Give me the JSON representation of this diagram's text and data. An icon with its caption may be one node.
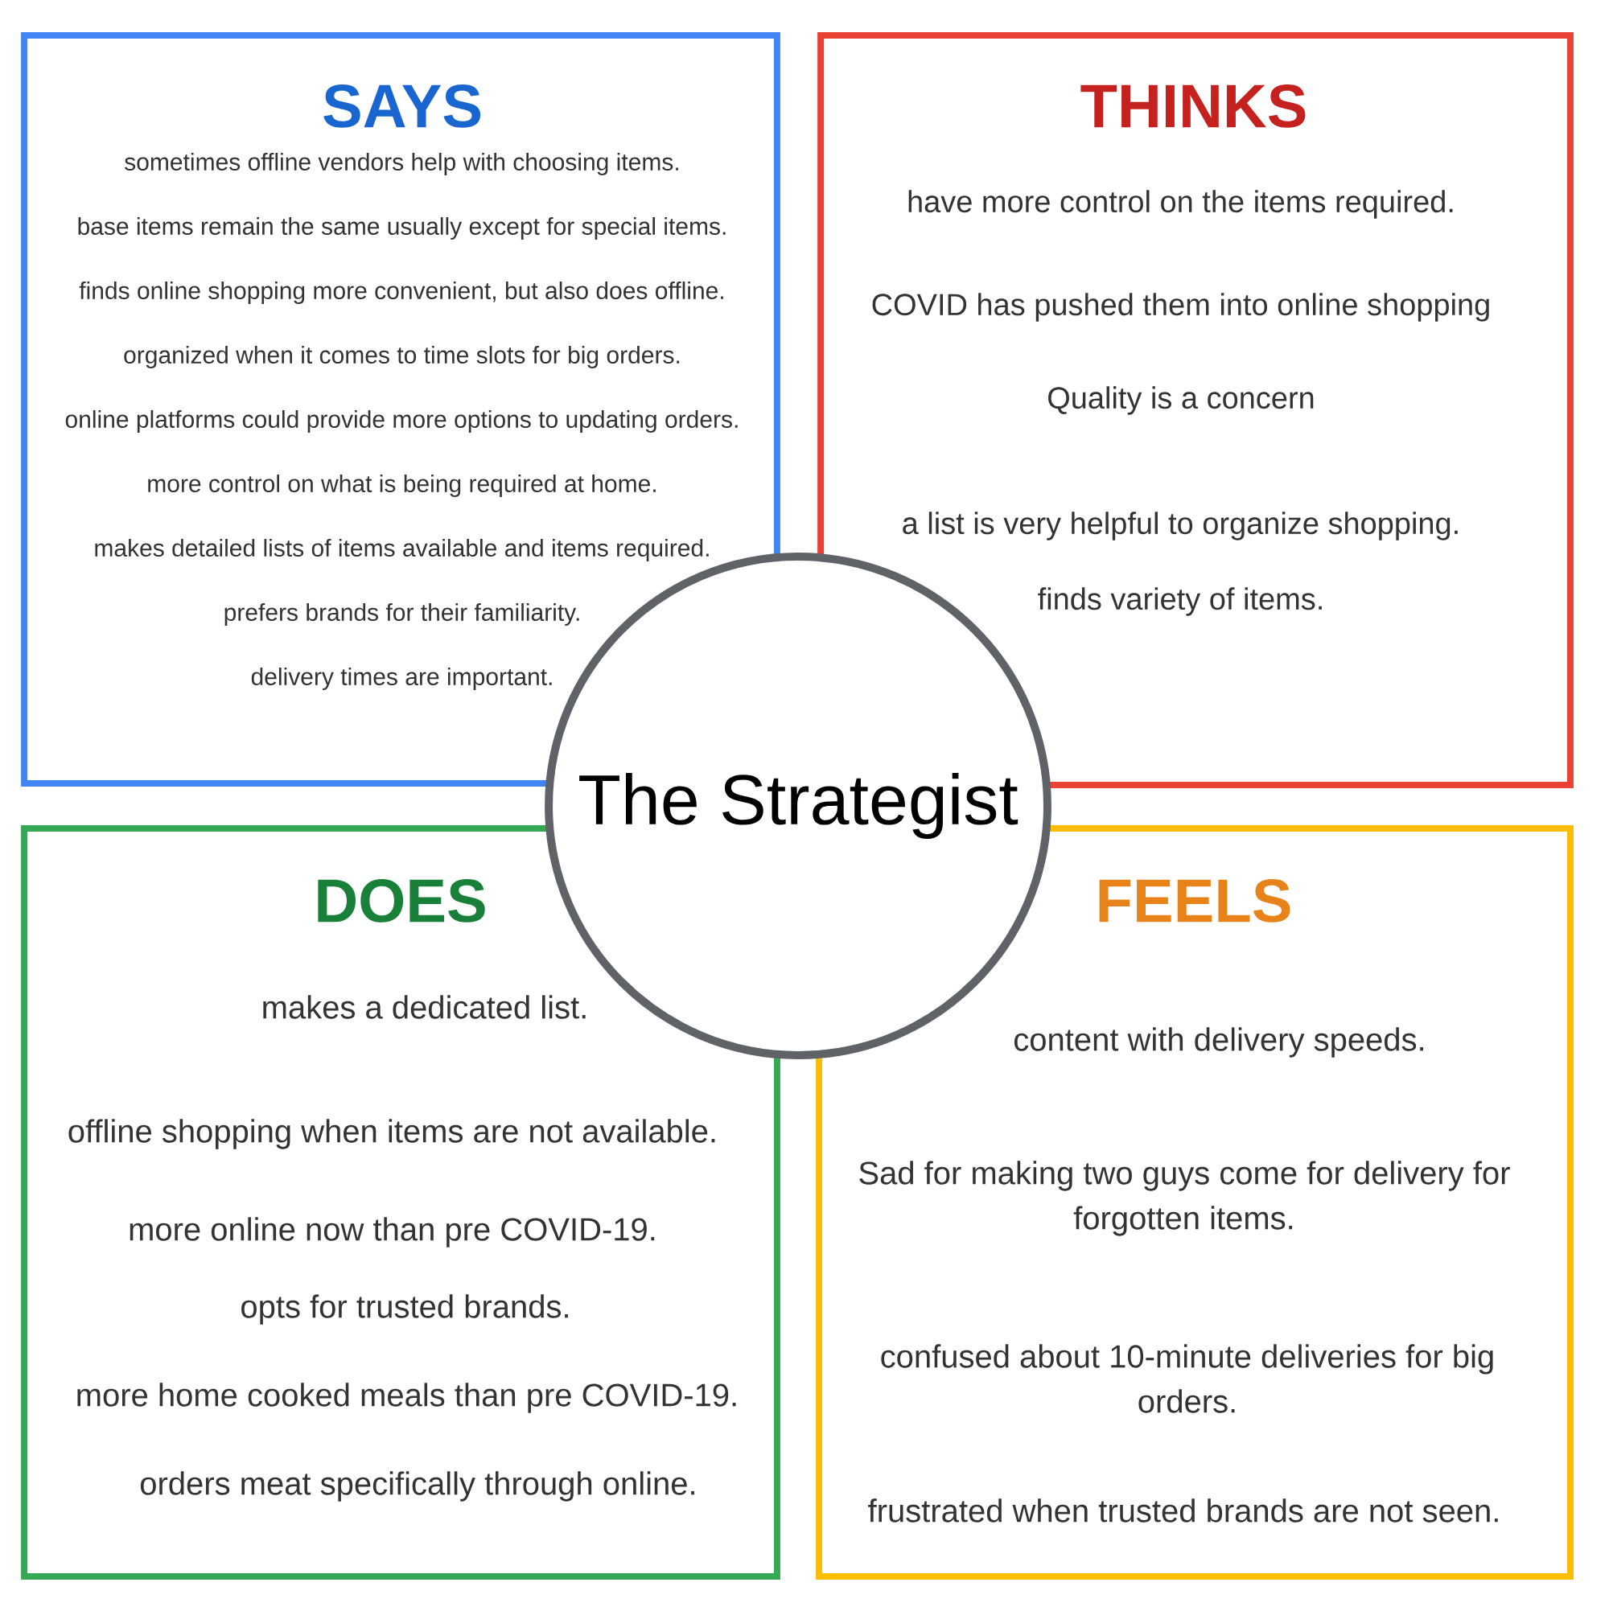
{
  "diagram": {
    "nodes": [
      {
        "text": [
          "SAYS",
          "sometimes offline vendors help with choosing items.",
          "base items remain the same usually except for special items.",
          "finds online shopping more convenient, but also does offline.",
          "organized when it comes to time slots for big orders.",
          "online platforms could provide more options to updating orders.",
          "more control on what is being required at home.",
          "makes detailed lists of items available and items required.",
          "prefers brands for their familiarity.",
          "delivery times are important."
        ]
      },
      {
        "text": [
          "THINKS",
          "have more control on the items required.",
          "COVID has pushed them into online shopping",
          "Quality is a concern",
          "a list is very helpful to organize shopping.",
          "finds variety of items."
        ]
      },
      {
        "text": [
          "DOES",
          "makes a dedicated list.",
          "offline shopping when items are not available.",
          "more online now than pre COVID-19.",
          "opts for trusted brands.",
          "more home cooked meals than pre COVID-19.",
          "orders meat specifically through online."
        ]
      },
      {
        "text": [
          "FEELS",
          "content with delivery speeds.",
          "Sad for making two guys come for delivery for forgotten items.",
          "confused about 10-minute deliveries for big orders.",
          "frustrated when trusted brands are not seen."
        ]
      },
      {
        "text": [
          "The Strategist"
        ]
      }
    ]
  }
}
